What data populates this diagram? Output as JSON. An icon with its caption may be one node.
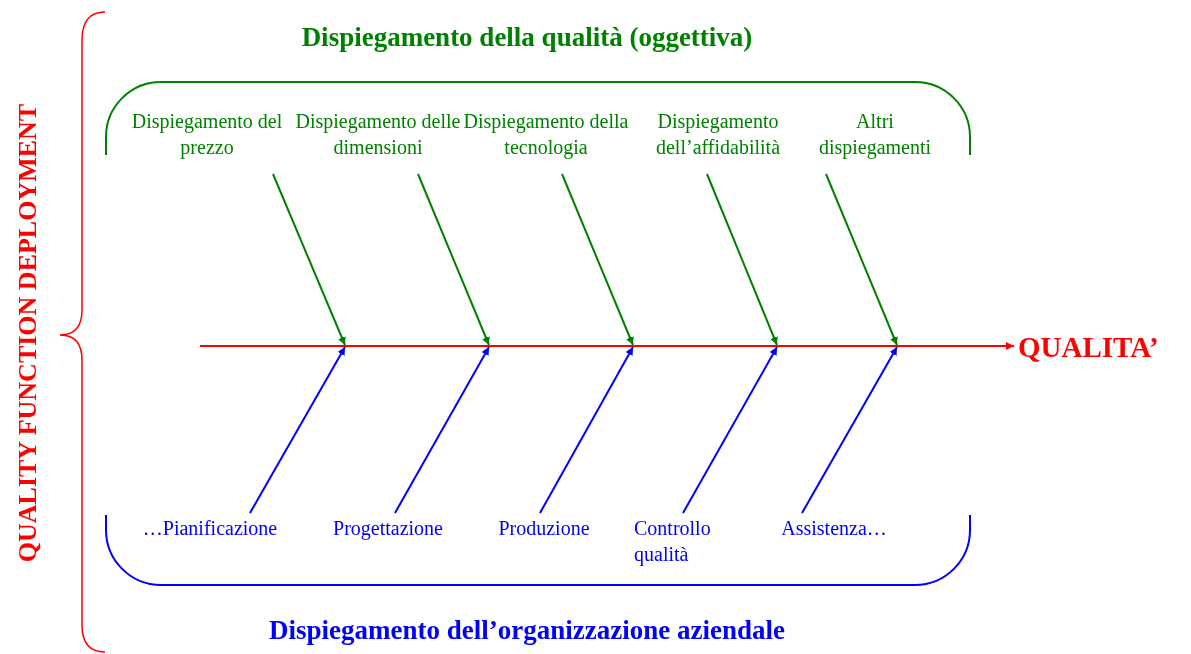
{
  "diagram": {
    "nodes": [
      {
        "text": [
          "Dispiegamento della qualità (oggettiva)"
        ]
      },
      {
        "text": [
          "Dispiegamento del prezzo"
        ],
        "in": 0
      },
      {
        "text": [
          "Dispiegamento delle dimensioni"
        ],
        "in": 0
      },
      {
        "text": [
          "Dispiegamento della tecnologia"
        ],
        "in": 0
      },
      {
        "text": [
          "Dispiegamento dell’affidabilità"
        ],
        "in": 0
      },
      {
        "text": [
          "Altri dispiegamenti"
        ],
        "in": 0
      },
      {
        "text": [
          "Dispiegamento dell’organizzazione aziendale"
        ]
      },
      {
        "text": [
          "…Pianificazione"
        ],
        "in": 6
      },
      {
        "text": [
          "Progettazione"
        ],
        "in": 6
      },
      {
        "text": [
          "Produzione"
        ],
        "in": 6
      },
      {
        "text": [
          "Controllo qualità"
        ],
        "in": 6
      },
      {
        "text": [
          "Assistenza…"
        ],
        "in": 6
      },
      {
        "text": [
          "QUALITA’"
        ]
      }
    ],
    "edges": [
      {
        "from": 1,
        "to": null,
        "arrow": "to",
        "color": "#008000"
      },
      {
        "from": 2,
        "to": null,
        "arrow": "to",
        "color": "#008000"
      },
      {
        "from": 3,
        "to": null,
        "arrow": "to",
        "color": "#008000"
      },
      {
        "from": 4,
        "to": null,
        "arrow": "to",
        "color": "#008000"
      },
      {
        "from": 5,
        "to": null,
        "arrow": "to",
        "color": "#008000"
      },
      {
        "from": 7,
        "to": null,
        "arrow": "to",
        "color": "#0000ff"
      },
      {
        "from": 8,
        "to": null,
        "arrow": "to",
        "color": "#0000ff"
      },
      {
        "from": 9,
        "to": null,
        "arrow": "to",
        "color": "#0000ff"
      },
      {
        "from": 10,
        "to": null,
        "arrow": "to",
        "color": "#0000ff"
      },
      {
        "from": 11,
        "to": null,
        "arrow": "to",
        "color": "#0000ff"
      },
      {
        "from": null,
        "to": 12,
        "arrow": "to",
        "color": "#ff0000"
      }
    ],
    "labels": [
      "QUALITY FUNCTION DEPLOYMENT"
    ]
  }
}
